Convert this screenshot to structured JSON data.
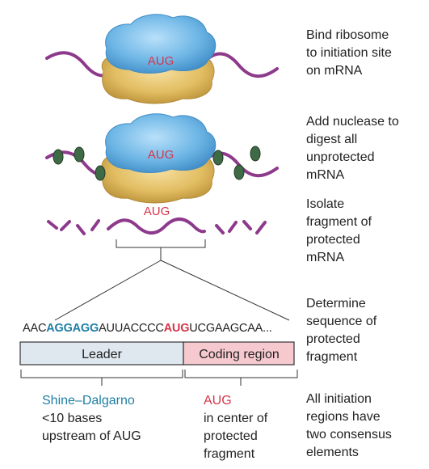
{
  "steps": [
    "Bind ribosome to initiation site on mRNA",
    "Add nuclease to digest all unprotected mRNA",
    "Isolate fragment of protected mRNA",
    "Determine sequence of protected fragment",
    "All initiation regions have two consensus elements"
  ],
  "codon_label": "AUG",
  "sequence": {
    "prefix": "AAC",
    "shine_dalgarno": "AGGAGG",
    "spacer": "AUUACCCC",
    "start_codon": "AUG",
    "suffix": "UCGAAGCAA..."
  },
  "regions": {
    "leader": "Leader",
    "coding": "Coding region"
  },
  "annotations": {
    "sd_title": "Shine–Dalgarno",
    "sd_line1": "<10 bases",
    "sd_line2": "upstream of AUG",
    "aug_title": "AUG",
    "aug_line1": "in center of",
    "aug_line2": "protected",
    "aug_line3": "fragment"
  },
  "colors": {
    "mrna": "#8e3a8c",
    "ribosome_small": "#e7c46e",
    "ribosome_large": "#6fb7e6",
    "nuclease": "#3e6b45",
    "shine_dalgarno": "#1d7ea3",
    "aug": "#d4364a",
    "leader_fill": "#dfe7ef",
    "coding_fill": "#f6c9cf"
  }
}
